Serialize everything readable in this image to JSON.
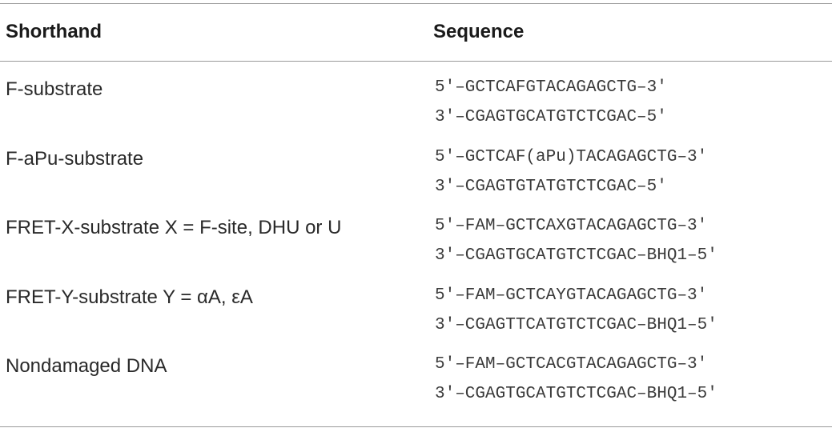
{
  "table": {
    "headers": {
      "shorthand": "Shorthand",
      "sequence": "Sequence"
    },
    "rows": [
      {
        "shorthand": "F-substrate",
        "seq_top": "5′–GCTCAFGTACAGAGCTG–3′",
        "seq_bottom": "3′–CGAGTGCATGTCTCGAC–5′"
      },
      {
        "shorthand": "F-aPu-substrate",
        "seq_top": "5′–GCTCAF(aPu)TACAGAGCTG–3′",
        "seq_bottom": "3′–CGAGTGTATGTCTCGAC–5′"
      },
      {
        "shorthand": "FRET-X-substrate X = F-site, DHU or U",
        "seq_top": "5′–FAM–GCTCAXGTACAGAGCTG–3′",
        "seq_bottom": "3′–CGAGTGCATGTCTCGAC–BHQ1–5′"
      },
      {
        "shorthand": "FRET-Y-substrate Y = αA, εA",
        "seq_top": "5′–FAM–GCTCAYGTACAGAGCTG–3′",
        "seq_bottom": "3′–CGAGTTCATGTCTCGAC–BHQ1–5′"
      },
      {
        "shorthand": "Nondamaged DNA",
        "seq_top": "5′–FAM–GCTCACGTACAGAGCTG–3′",
        "seq_bottom": "3′–CGAGTGCATGTCTCGAC–BHQ1–5′"
      }
    ]
  }
}
